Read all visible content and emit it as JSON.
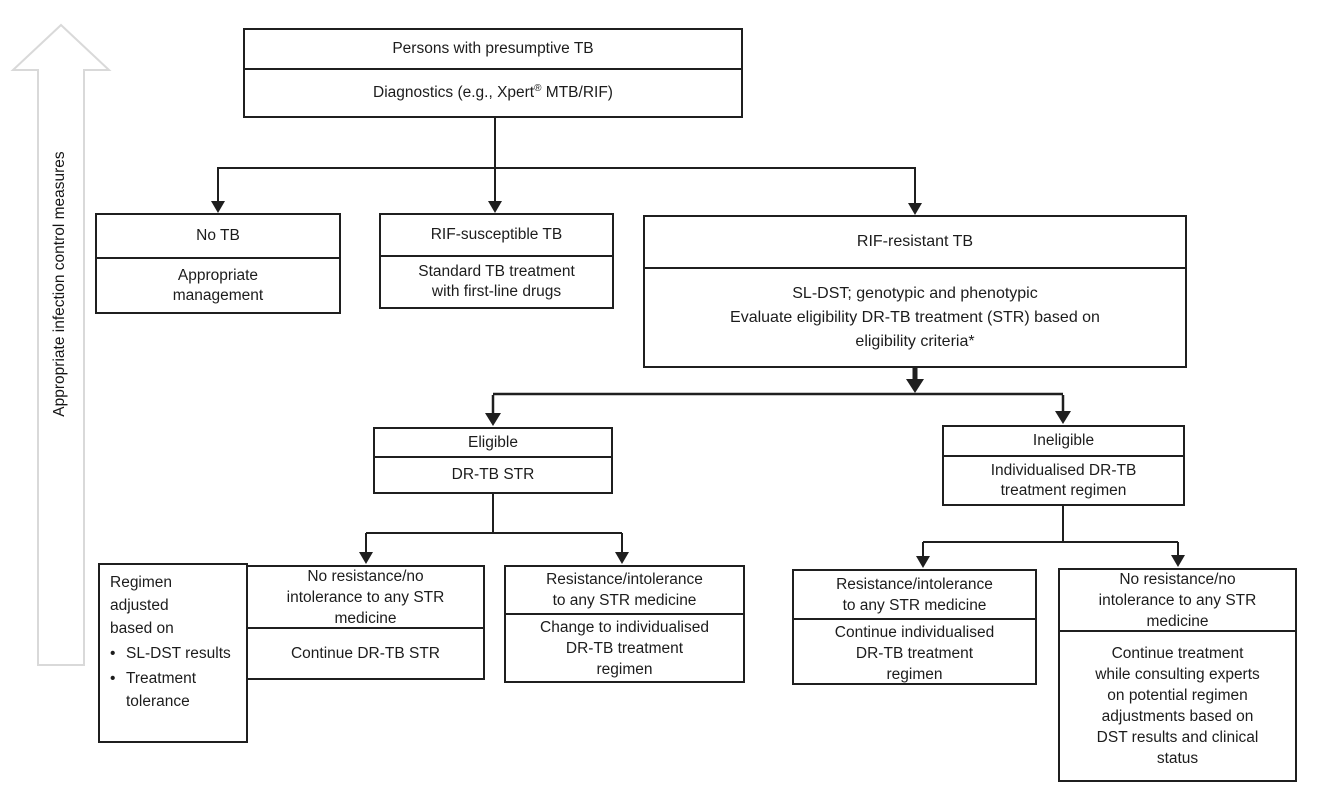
{
  "colors": {
    "background": "#ffffff",
    "box_border": "#1f1f1f",
    "connector": "#1f1f1f",
    "side_arrow_outline": "#d9d9d9",
    "text": "#1c1c1c"
  },
  "side_arrow": {
    "label": "Appropriate infection control measures"
  },
  "nodes": {
    "presumptive": {
      "title": "Persons with presumptive TB",
      "body_pre": "Diagnostics (e.g., Xpert",
      "body_sup": "®",
      "body_post": " MTB/RIF)"
    },
    "no_tb": {
      "title": "No TB",
      "body": [
        "Appropriate",
        "management"
      ]
    },
    "rif_susceptible": {
      "title": "RIF-susceptible TB",
      "body": [
        "Standard TB treatment",
        "with first-line drugs"
      ]
    },
    "rif_resistant": {
      "title": "RIF-resistant TB",
      "body": [
        "SL-DST; genotypic and phenotypic",
        "Evaluate eligibility DR-TB treatment (STR) based on",
        "eligibility criteria*"
      ]
    },
    "eligible": {
      "title": "Eligible",
      "body": [
        "DR-TB STR"
      ]
    },
    "ineligible": {
      "title": "Ineligible",
      "body": [
        "Individualised DR-TB",
        "treatment regimen"
      ]
    },
    "str_no_resistance": {
      "title": [
        "No resistance/no",
        "intolerance to any STR",
        "medicine"
      ],
      "body": [
        "Continue DR-TB STR"
      ]
    },
    "str_resistance": {
      "title": [
        "Resistance/intolerance",
        "to any STR medicine"
      ],
      "body": [
        "Change to individualised",
        "DR-TB treatment",
        "regimen"
      ]
    },
    "indiv_resistance": {
      "title": [
        "Resistance/intolerance",
        "to any STR medicine"
      ],
      "body": [
        "Continue individualised",
        "DR-TB treatment",
        "regimen"
      ]
    },
    "indiv_no_resistance": {
      "title": [
        "No resistance/no",
        "intolerance to any STR",
        "medicine"
      ],
      "body": [
        "Continue treatment",
        "while consulting experts",
        "on potential regimen",
        "adjustments based on",
        "DST results and clinical",
        "status"
      ]
    },
    "note": {
      "intro": [
        "Regimen",
        "adjusted",
        "based on"
      ],
      "bullets": [
        "SL-DST results",
        "Treatment tolerance"
      ]
    }
  }
}
